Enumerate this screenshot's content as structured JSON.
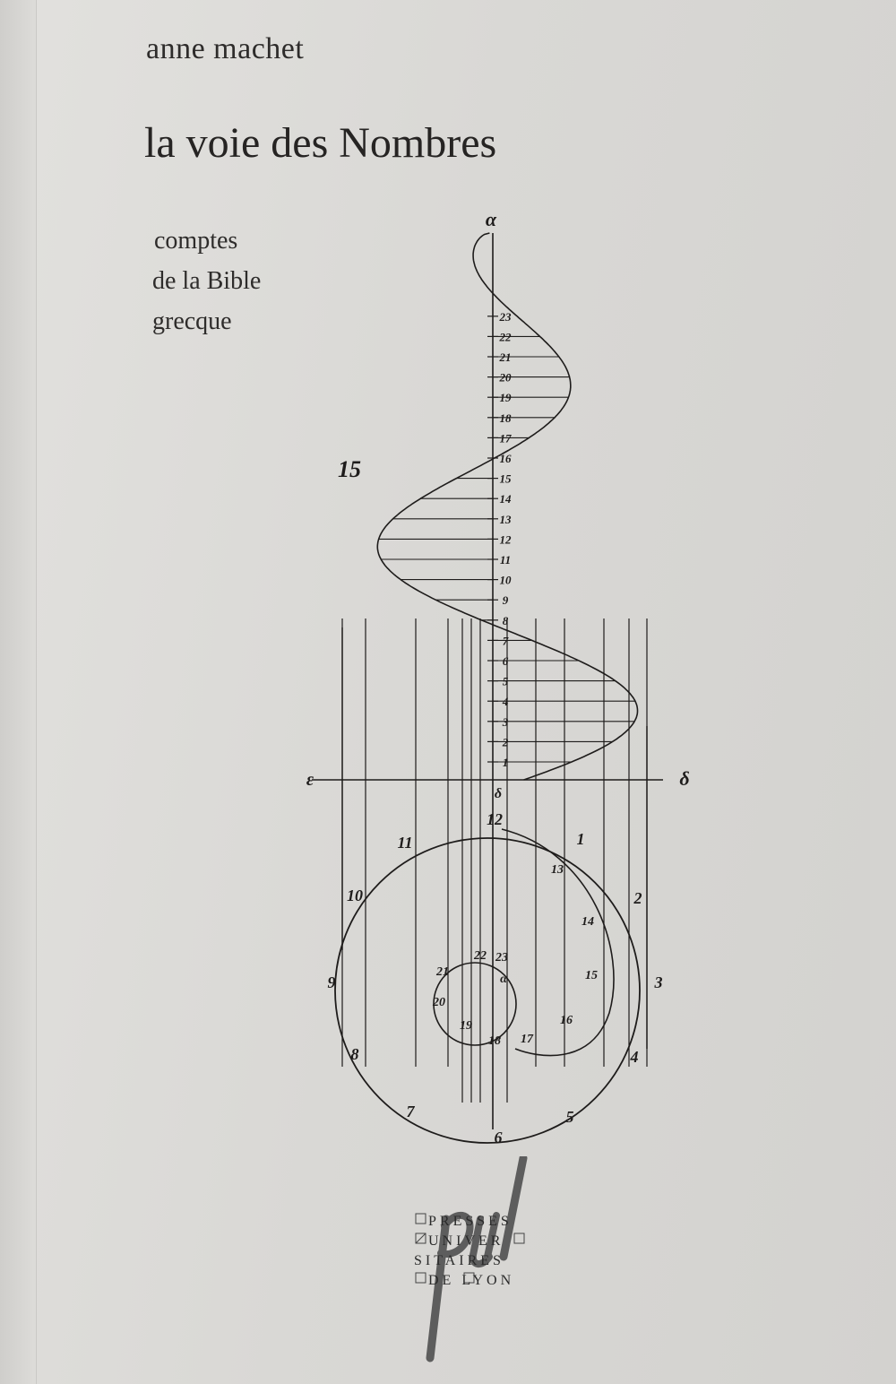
{
  "cover": {
    "author": "anne machet",
    "title": "la voie des Nombres",
    "subtitle_lines": [
      "comptes",
      "de la Bible",
      "grecque"
    ]
  },
  "figure": {
    "top_label": "α",
    "left_numeral": "15",
    "axis_left": "ε",
    "axis_right": "δ",
    "axis_center": "δ",
    "scale_labels": [
      "1",
      "2",
      "3",
      "4",
      "5",
      "6",
      "7",
      "8",
      "9",
      "10",
      "11",
      "12",
      "13",
      "14",
      "15",
      "16",
      "17",
      "18",
      "19",
      "20",
      "21",
      "22",
      "23"
    ],
    "helix_labels": [
      "1",
      "2",
      "3",
      "4",
      "5",
      "6",
      "7",
      "8",
      "9",
      "10",
      "11",
      "12",
      "13",
      "14",
      "15",
      "16",
      "17",
      "18",
      "19",
      "20",
      "21",
      "22",
      "23"
    ],
    "circle_labels": [
      "1",
      "2",
      "3",
      "4",
      "5",
      "6",
      "7",
      "8",
      "9",
      "10",
      "11",
      "12"
    ],
    "inner_labels": [
      "13",
      "14",
      "15",
      "16",
      "17",
      "18",
      "19",
      "20",
      "21",
      "22",
      "23",
      "α"
    ]
  },
  "publisher": {
    "logo_letters": "pul",
    "lines": [
      "PRESSES",
      "UNIVER",
      "SITAIRES",
      "DE LYON"
    ]
  },
  "colors": {
    "paper": "#dcdbd8",
    "ink": "#1e1c1b",
    "logo": "#5a5a5a"
  }
}
